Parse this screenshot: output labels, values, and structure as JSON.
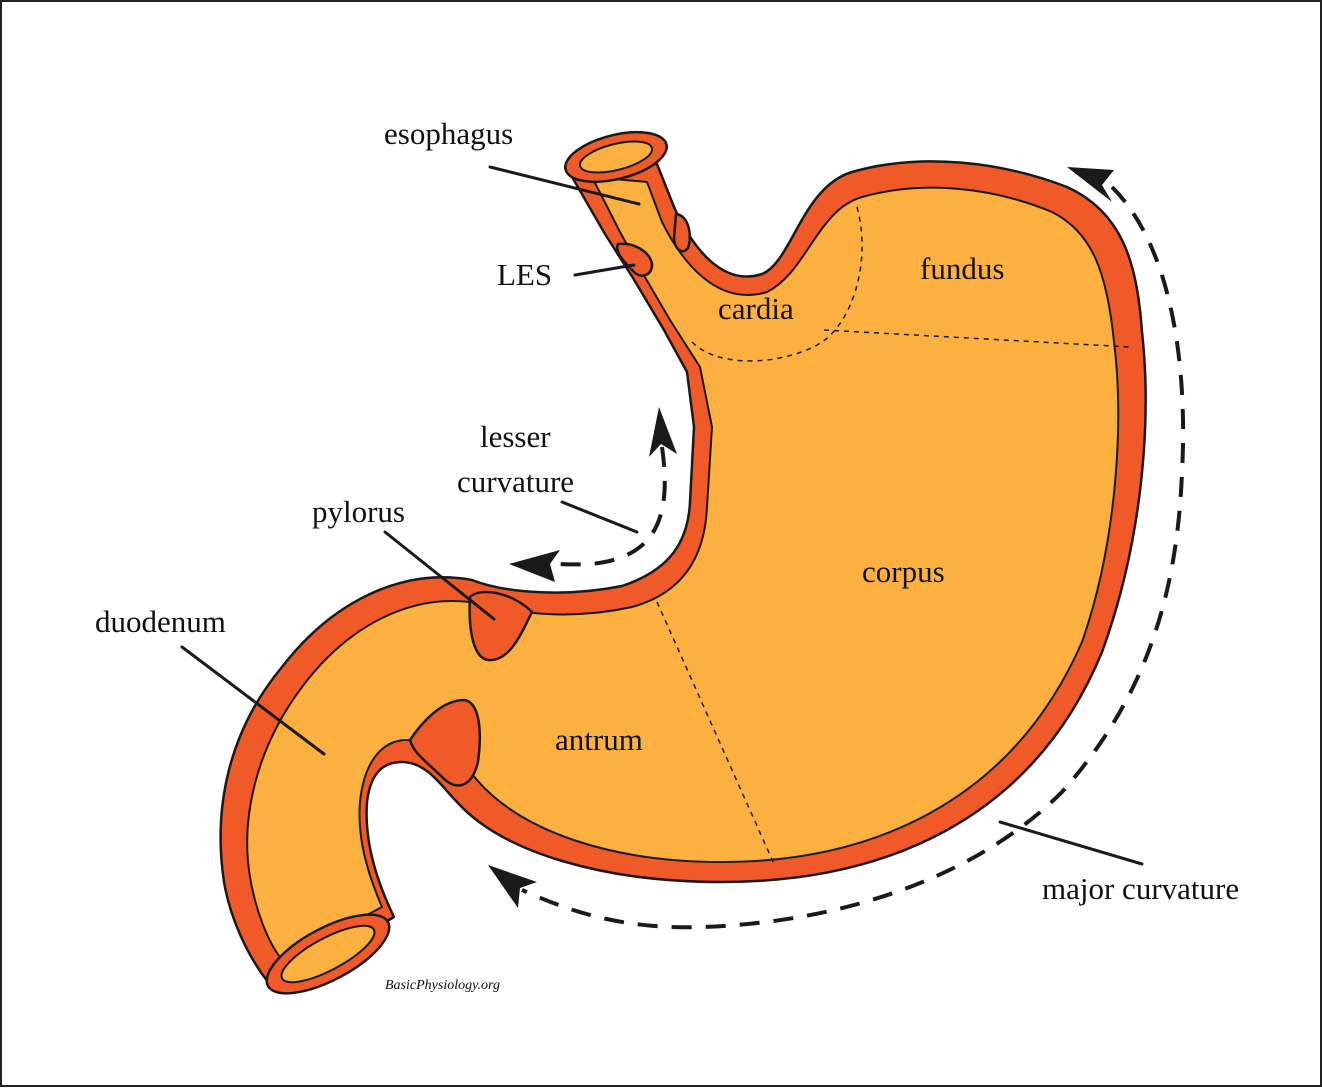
{
  "colors": {
    "wall": "#F05A28",
    "fill": "#FBB040",
    "line": "#1A1A1A",
    "background": "#FFFFFF"
  },
  "labels": {
    "esophagus": "esophagus",
    "les": "LES",
    "cardia": "cardia",
    "fundus": "fundus",
    "lesser_curvature_line1": "lesser",
    "lesser_curvature_line2": "curvature",
    "pylorus": "pylorus",
    "corpus": "corpus",
    "duodenum": "duodenum",
    "antrum": "antrum",
    "major_curvature": "major curvature"
  },
  "credit": "BasicPhysiology.org"
}
